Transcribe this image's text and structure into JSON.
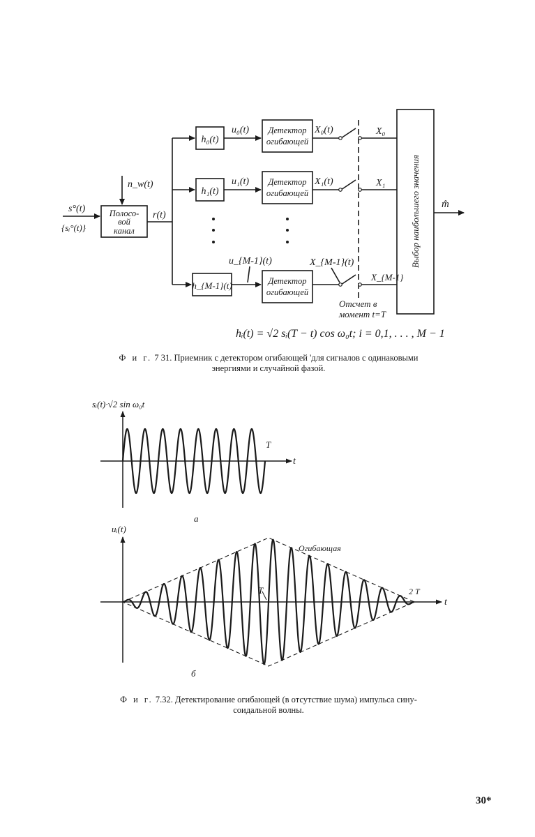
{
  "figure1": {
    "input_signal": "s°(t)",
    "input_signal_set": "{sᵢ°(t)}",
    "noise": "n_w(t)",
    "channel_lines": [
      "Полосо-",
      "вой",
      "канал"
    ],
    "received": "r(t)",
    "filters": [
      "h₀(t)",
      "h₁(t)",
      "h_{M-1}(t)"
    ],
    "filter_outputs": [
      "u₀(t)",
      "u₁(t)",
      "u_{M-1}(t)"
    ],
    "detector_lines": [
      "Детектор",
      "огибающей"
    ],
    "detector_outputs": [
      "X₀(t)",
      "X₁(t)",
      "X_{M-1}(t)"
    ],
    "samples": [
      "X₀",
      "X₁",
      "X_{M-1}"
    ],
    "sampling_lines": [
      "Отсчет   в",
      "момент  t=T"
    ],
    "selector_text": "Выбор   наибольшего   значения",
    "decision": "m̂",
    "formula": "hᵢ(t) = √2 sᵢ(T − t) cos ω₀t;  i = 0,1, . . . ,  M − 1",
    "caption_label": "Ф и г.",
    "caption_number": "7 31.",
    "caption_line1": "Приемник с  детектором огибающей 'для  сигналов с одинаковыми",
    "caption_line2": "энергиями и случайной фазой."
  },
  "figure2": {
    "top_ylabel": "sᵢ(t)·√2 sin ω₀t",
    "top_t_marker": "T",
    "top_axis": "t",
    "top_sublabel": "а",
    "bottom_ylabel": "uᵢ(t)",
    "envelope_label": "Огибающая",
    "bottom_t_marker": "T",
    "bottom_2t_marker": "2 T",
    "bottom_axis": "t",
    "bottom_sublabel": "б",
    "caption_label": "Ф и г.",
    "caption_number": "7.32.",
    "caption_line1": "Детектирование огибающей (в отсутствие шума) импульса сину-",
    "caption_line2": "соидальной волны."
  },
  "page_number": "30*",
  "chart_data": [
    {
      "type": "line",
      "title": "",
      "ylabel": "sᵢ(t)·√2 sin ω₀t",
      "xlabel": "t",
      "x_marks": [
        "T"
      ],
      "cycles": 8,
      "amplitude": 1,
      "xlim": [
        0,
        1
      ],
      "description_of_series": "constant-amplitude sinusoid on 0 ≤ t ≤ T"
    },
    {
      "type": "line",
      "title": "",
      "ylabel": "uᵢ(t)",
      "xlabel": "t",
      "x_marks": [
        "T",
        "2 T"
      ],
      "cycles": 16,
      "xlim": [
        0,
        2
      ],
      "envelope": "triangular, peak 1 at t = T, zero at t = 0 and t = 2T",
      "series": [
        {
          "name": "Огибающая"
        }
      ]
    }
  ]
}
